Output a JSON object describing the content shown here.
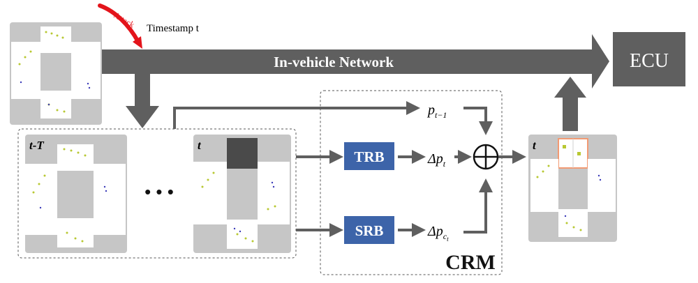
{
  "labels": {
    "attack": "Attack",
    "timestamp": "Timestamp t",
    "network": "In-vehicle Network",
    "ecu": "ECU",
    "window_start": "t-T",
    "window_end": "t",
    "output_frame": "t",
    "trb": "TRB",
    "srb": "SRB",
    "crm": "CRM",
    "p_prev": "p",
    "p_prev_sub": "t−1",
    "delta_pt": "Δp",
    "delta_pt_sub": "t",
    "delta_pct": "Δp",
    "delta_pct_sub_main": "c",
    "delta_pct_sub_sub": "t",
    "dots": "• • •"
  },
  "colors": {
    "arrow": "#5f5f5f",
    "block_blue": "#3d64a9",
    "ecu_box": "#5f5f5f",
    "attack_red": "#e3141b",
    "frame_gray": "#c6c6c6",
    "dark_cell": "#4a4a4a",
    "highlight": "#f29a73"
  }
}
